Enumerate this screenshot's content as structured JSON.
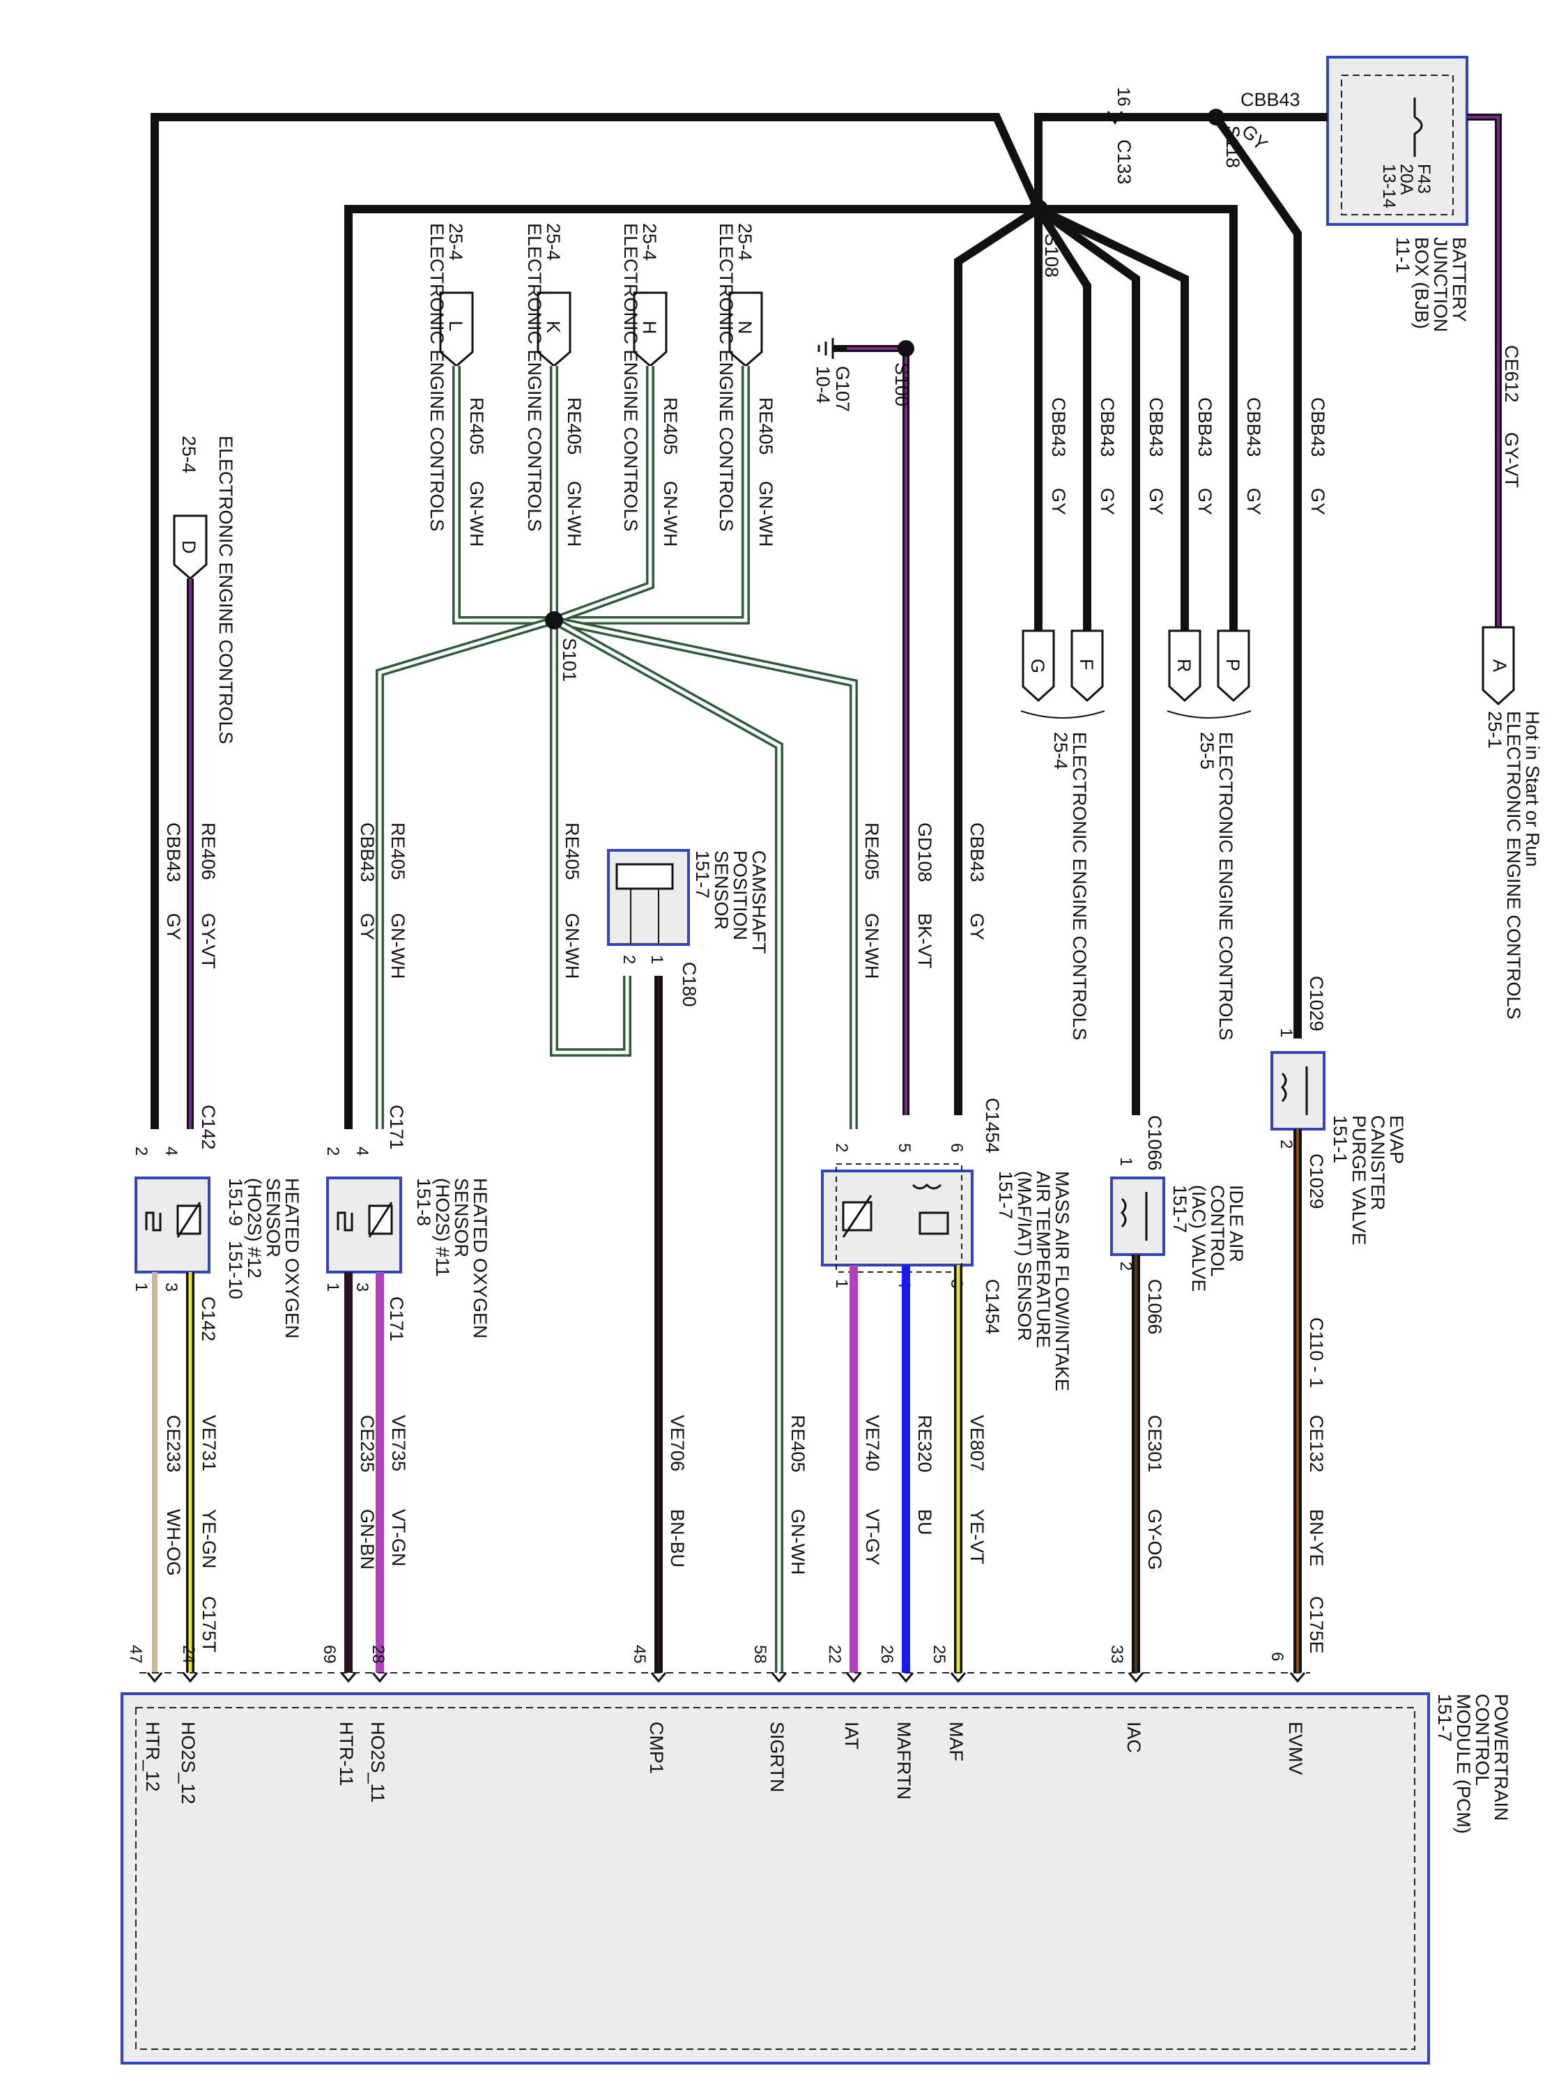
{
  "palette": {
    "background": "#ffffff",
    "wire_black": "#111111",
    "module_border": "#3344b8",
    "module_fill": "#ececec",
    "violet": "#7a2a8a",
    "green_white": "#2f5b3a",
    "blue": "#1a1aee",
    "yellow": "#e7e33a",
    "brown": "#5a3518",
    "purple_green": "#b53fc0"
  },
  "battery_junction_box": {
    "lines": [
      "BATTERY",
      "JUNCTION",
      "BOX (BJB)",
      "11-1"
    ],
    "fuse": [
      "F43",
      "20A",
      "13-14"
    ],
    "out_circuit": "CE612",
    "out_color": "GY-VT"
  },
  "feed": {
    "cbb43_label": "CBB43",
    "gy_label": "GY",
    "splice_s118": "S118",
    "splice_s108": "S108",
    "splice_s101": "S101",
    "splice_s100": "S100",
    "ground_g107": "G107",
    "ground_ref": "10-4",
    "c133_pin": "16",
    "c133": "C133"
  },
  "connector_a": {
    "letter": "A",
    "lines": [
      "Hot in Start or Run",
      "ELECTRONIC ENGINE CONTROLS",
      "25-1"
    ]
  },
  "top_connectors": [
    {
      "letter": "N",
      "ref": "25-4",
      "name": "ELECTRONIC ENGINE CONTROLS",
      "circuit": "RE405",
      "color": "GN-WH"
    },
    {
      "letter": "H",
      "ref": "25-4",
      "name": "ELECTRONIC ENGINE CONTROLS",
      "circuit": "RE405",
      "color": "GN-WH"
    },
    {
      "letter": "K",
      "ref": "25-4",
      "name": "ELECTRONIC ENGINE CONTROLS",
      "circuit": "RE405",
      "color": "GN-WH"
    },
    {
      "letter": "L",
      "ref": "25-4",
      "name": "ELECTRONIC ENGINE CONTROLS",
      "circuit": "RE405",
      "color": "GN-WH"
    }
  ],
  "connector_d": {
    "letter": "D",
    "ref": "25-4",
    "name": "ELECTRONIC ENGINE CONTROLS"
  },
  "cbb43_branches": [
    {
      "circuit": "CBB43",
      "color": "GY"
    },
    {
      "circuit": "CBB43",
      "color": "GY"
    },
    {
      "circuit": "CBB43",
      "color": "GY"
    },
    {
      "circuit": "CBB43",
      "color": "GY"
    },
    {
      "circuit": "CBB43",
      "color": "GY"
    },
    {
      "circuit": "CBB43",
      "color": "GY"
    }
  ],
  "gd108": {
    "circuit": "GD108",
    "color": "BK-VT"
  },
  "right_connectors": [
    {
      "letter": "P"
    },
    {
      "letter": "R"
    },
    {
      "letter": "F"
    },
    {
      "letter": "G"
    }
  ],
  "right_connector_notes": [
    {
      "name": "ELECTRONIC ENGINE CONTROLS",
      "ref": "25-5"
    },
    {
      "name": "ELECTRONIC ENGINE CONTROLS",
      "ref": "25-4"
    }
  ],
  "camshaft_sensor": {
    "lines": [
      "CAMSHAFT",
      "POSITION",
      "SENSOR",
      "151-7"
    ],
    "connector": "C180",
    "pin1": "1",
    "pin2": "2"
  },
  "mid_labels": [
    {
      "circuit": "RE406",
      "color": "GY-VT"
    },
    {
      "circuit": "CBB43",
      "color": "GY"
    },
    {
      "circuit": "RE405",
      "color": "GN-WH"
    },
    {
      "circuit": "CBB43",
      "color": "GY"
    },
    {
      "circuit": "RE405",
      "color": "GN-WH"
    },
    {
      "circuit": "RE405",
      "color": "GN-WH"
    },
    {
      "circuit": "CBB43",
      "color": "GY"
    }
  ],
  "evap": {
    "lines": [
      "EVAP",
      "CANISTER",
      "PURGE VALVE",
      "151-1"
    ],
    "conn_top": "C1029",
    "conn_bot": "C1029",
    "pin_top": "1",
    "pin_bot": "2",
    "inline": "C110 - 1"
  },
  "iac": {
    "lines": [
      "IDLE AIR",
      "CONTROL",
      "(IAC) VALVE",
      "151-7"
    ],
    "conn_top": "C1066",
    "conn_bot": "C1066",
    "pin_top": "1",
    "pin_bot": "2"
  },
  "maf": {
    "lines": [
      "MASS AIR FLOW/INTAKE",
      "AIR TEMPERATURE",
      "(MAF/IAT) SENSOR",
      "151-7"
    ],
    "conn_top": "C1454",
    "conn_bot": "C1454",
    "pins_top": [
      "6",
      "5",
      "2"
    ],
    "pins_bot": [
      "3",
      "4",
      "1"
    ]
  },
  "ho2s11": {
    "lines": [
      "HEATED OXYGEN",
      "SENSOR",
      "(HO2S) #11",
      "151-8"
    ],
    "conn_top": "C171",
    "conn_bot": "C171",
    "pins_top": [
      "4",
      "2"
    ],
    "pins_bot": [
      "3",
      "1"
    ]
  },
  "ho2s12": {
    "lines": [
      "HEATED OXYGEN",
      "SENSOR",
      "(HO2S) #12",
      "151-9",
      "151-10"
    ],
    "conn_top": "C142",
    "conn_bot": "C142",
    "pins_top": [
      "4",
      "2"
    ],
    "pins_bot": [
      "3",
      "1"
    ]
  },
  "pcm_wires": [
    {
      "circuit": "CE132",
      "color": "BN-YE",
      "pin": "6",
      "signal": "EVMV"
    },
    {
      "circuit": "CE301",
      "color": "GY-OG",
      "pin": "33",
      "signal": "IAC"
    },
    {
      "circuit": "VE807",
      "color": "YE-VT",
      "pin": "25",
      "signal": "MAF"
    },
    {
      "circuit": "RE320",
      "color": "BU",
      "pin": "26",
      "signal": "MAFRTN"
    },
    {
      "circuit": "VE740",
      "color": "VT-GY",
      "pin": "22",
      "signal": "IAT"
    },
    {
      "circuit": "RE405",
      "color": "GN-WH",
      "pin": "58",
      "signal": "SIGRTN"
    },
    {
      "circuit": "VE706",
      "color": "BN-BU",
      "pin": "45",
      "signal": "CMP1"
    },
    {
      "circuit": "VE735",
      "color": "VT-GN",
      "pin": "28",
      "signal": "HO2S_11"
    },
    {
      "circuit": "CE235",
      "color": "GN-BN",
      "pin": "69",
      "signal": "HTR-11"
    },
    {
      "circuit": "VE731",
      "color": "YE-GN",
      "pin": "24",
      "signal": "HO2S_12"
    },
    {
      "circuit": "CE233",
      "color": "WH-OG",
      "pin": "47",
      "signal": "HTR_12"
    }
  ],
  "pcm_connectors": {
    "c175e": "C175E",
    "c175t": "C175T"
  },
  "pcm": {
    "lines": [
      "POWERTRAIN",
      "CONTROL",
      "MODULE (PCM)",
      "151-7"
    ]
  }
}
